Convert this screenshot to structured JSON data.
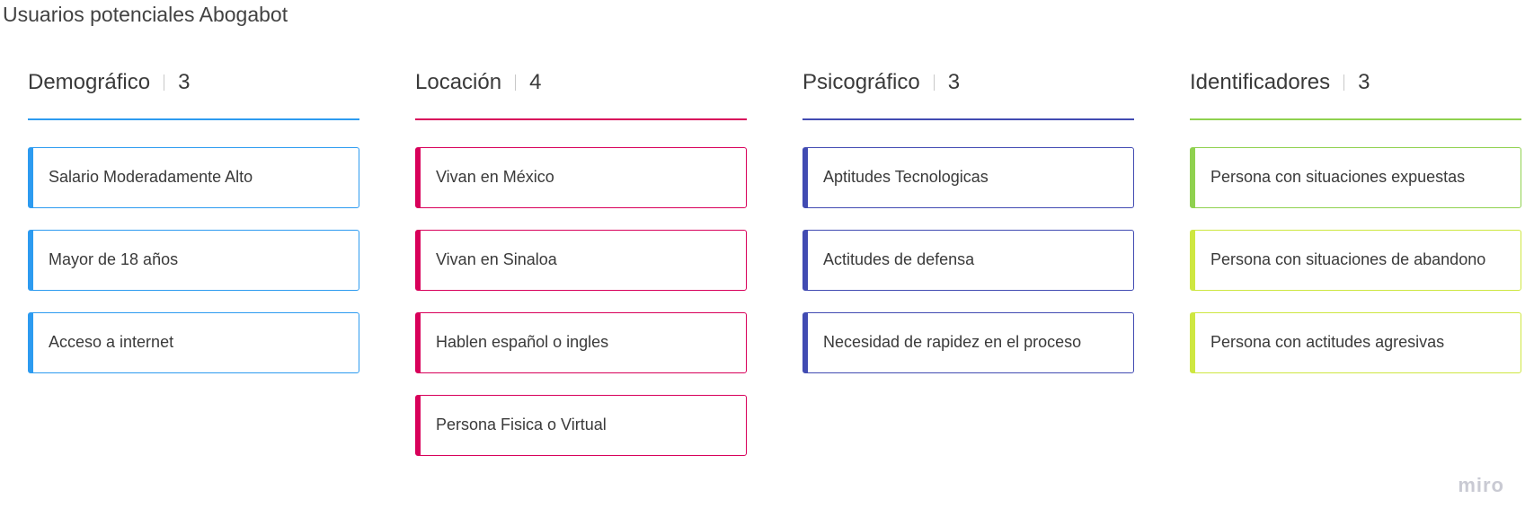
{
  "board": {
    "title": "Usuarios potenciales Abogabot"
  },
  "columns": [
    {
      "title": "Demográfico",
      "count": "3",
      "color": "#2d9bf0",
      "cards": [
        "Salario Moderadamente Alto",
        "Mayor de 18 años",
        "Acceso a internet"
      ]
    },
    {
      "title": "Locación",
      "count": "4",
      "color": "#d8005a",
      "cards": [
        "Vivan en México",
        "Vivan en Sinaloa",
        "Hablen español o ingles",
        "Persona Fisica o Virtual"
      ]
    },
    {
      "title": "Psicográfico",
      "count": "3",
      "color": "#414bb2",
      "cards": [
        "Aptitudes Tecnologicas",
        "Actitudes de defensa",
        "Necesidad de rapidez en el proceso"
      ]
    },
    {
      "title": "Identificadores",
      "count": "3",
      "color": "#8fd14f",
      "card_colors": [
        "#8fd14f",
        "#cee741",
        "#cee741"
      ],
      "cards": [
        "Persona con situaciones expuestas",
        "Persona con situaciones de abandono",
        "Persona con actitudes agresivas"
      ]
    }
  ],
  "branding": {
    "logo_text": "miro"
  }
}
